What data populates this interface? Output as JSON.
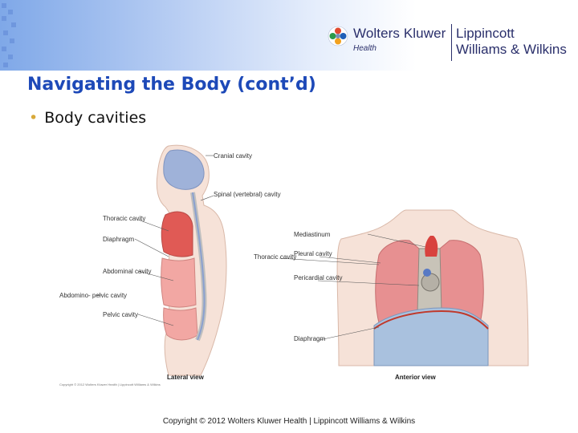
{
  "header": {
    "brand_name": "Wolters Kluwer",
    "brand_sub": "Health",
    "publisher_line1": "Lippincott",
    "publisher_line2": "Williams & Wilkins"
  },
  "slide": {
    "title": "Navigating the Body (cont’d)",
    "bullet": "Body cavities"
  },
  "figure": {
    "lateral": {
      "labels": {
        "cranial": "Cranial cavity",
        "spinal": "Spinal (vertebral) cavity",
        "thoracic": "Thoracic cavity",
        "diaphragm": "Diaphragm",
        "abdominal": "Abdominal cavity",
        "abdominopelvic": "Abdomino- pelvic cavity",
        "pelvic": "Pelvic cavity"
      },
      "view_label": "Lateral view",
      "copyright": "Copyright © 2012 Wolters Kluwer Health | Lippincott Williams & Wilkins"
    },
    "anterior": {
      "labels": {
        "mediastinum": "Mediastinum",
        "thoracic": "Thoracic cavity",
        "pleural": "Pleural cavity",
        "pericardial": "Pericardial cavity",
        "diaphragm": "Diaphragm"
      },
      "view_label": "Anterior view"
    }
  },
  "footer": {
    "copyright": "Copyright © 2012 Wolters Kluwer Health | Lippincott Williams & Wilkins"
  },
  "colors": {
    "title": "#1d49b8",
    "bullet": "#d8a93a",
    "cavity_red": "#e05a55",
    "cavity_pink": "#f2a7a3",
    "cranial_blue": "#9fb2d9",
    "skin": "#f6e2d8"
  }
}
